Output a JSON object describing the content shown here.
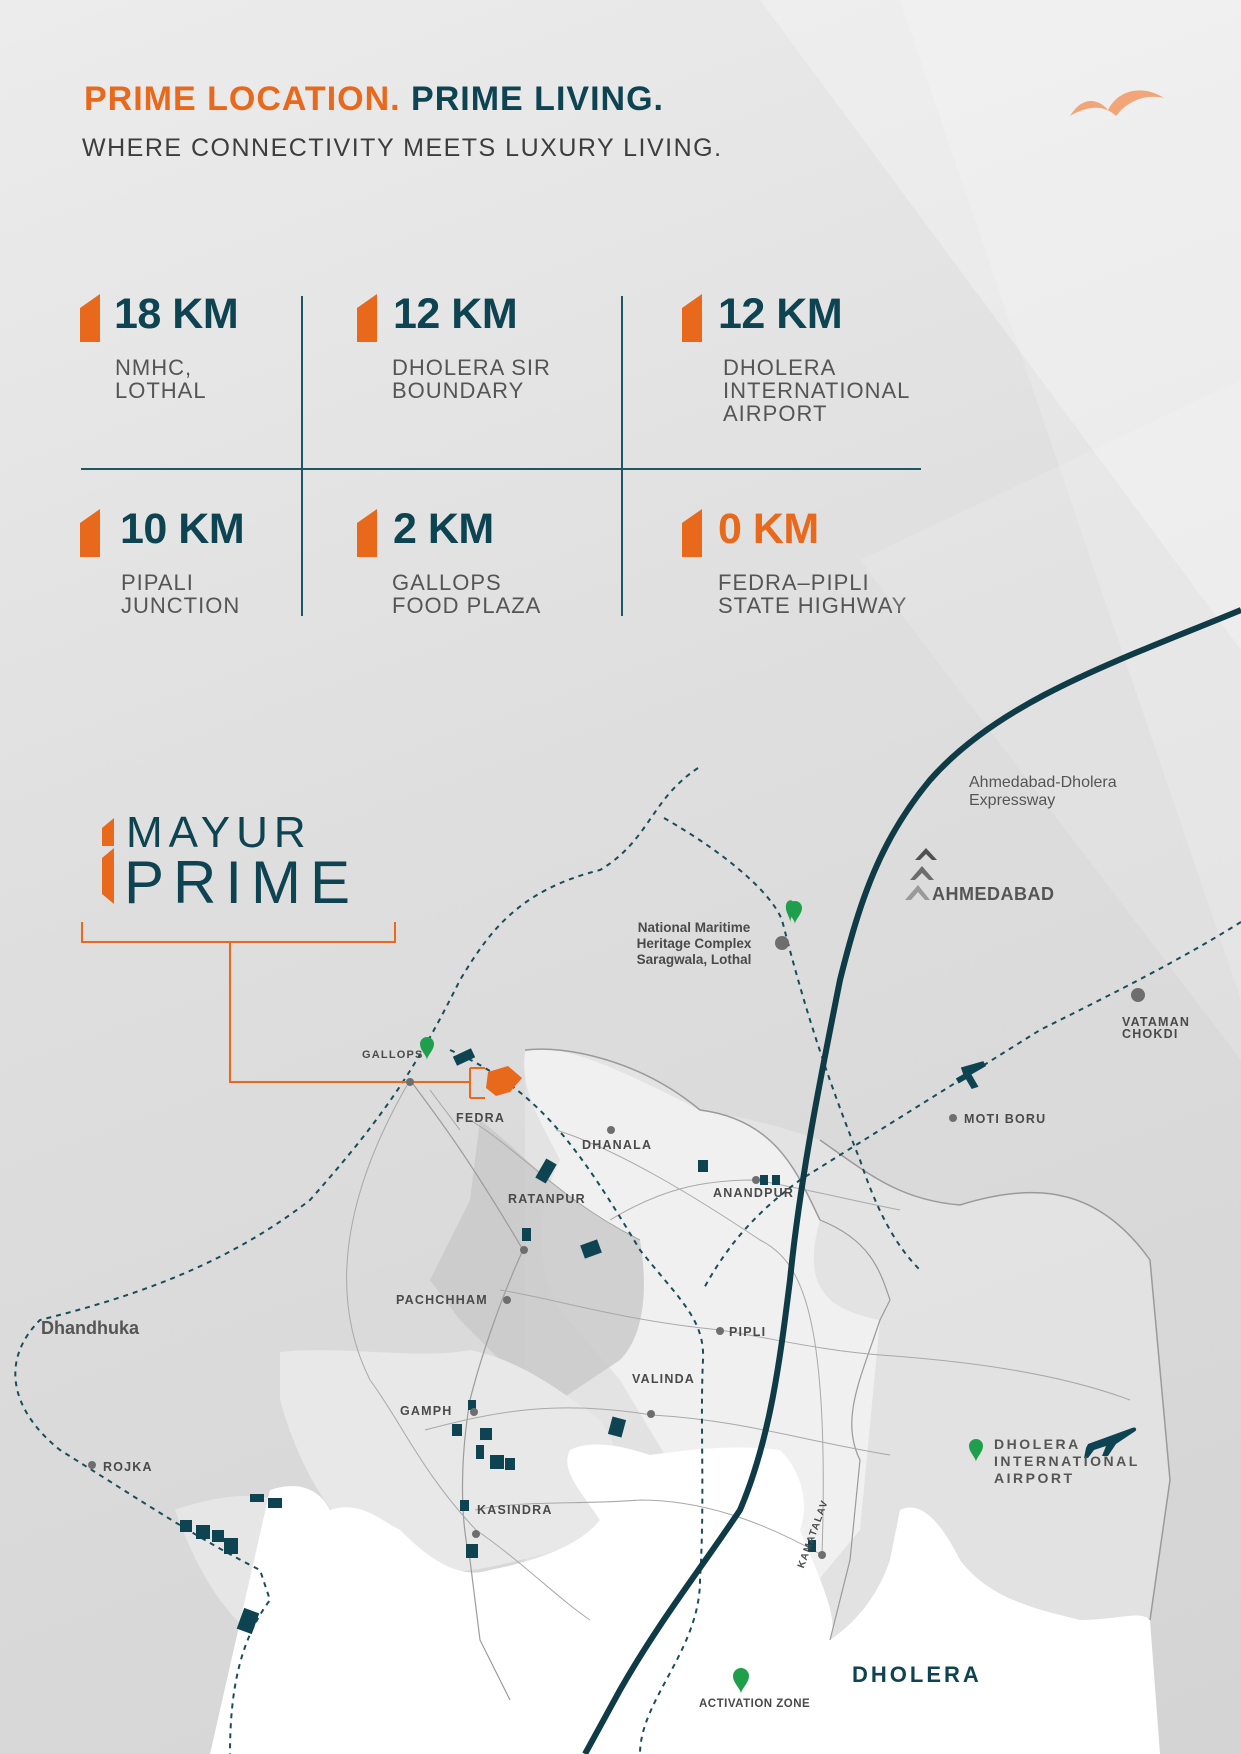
{
  "colors": {
    "orange": "#e8691c",
    "teal": "#0e4452",
    "map_land": "#e9e9e9",
    "map_land_dark": "#c9c9c9"
  },
  "header": {
    "title_part1": "PRIME LOCATION.",
    "title_part2": "PRIME LIVING.",
    "subtitle": "WHERE CONNECTIVITY MEETS LUXURY LIVING.",
    "logo_icon": "bird-logo-icon"
  },
  "stats": [
    {
      "distance": "18 KM",
      "label": "NMHC,\nLOTHAL"
    },
    {
      "distance": "12 KM",
      "label": "DHOLERA SIR\nBOUNDARY"
    },
    {
      "distance": "12 KM",
      "label": "DHOLERA\nINTERNATIONAL\nAIRPORT"
    },
    {
      "distance": "10 KM",
      "label": "PIPALI\nJUNCTION"
    },
    {
      "distance": "2 KM",
      "label": "GALLOPS\nFOOD PLAZA"
    },
    {
      "distance": "0 KM",
      "label": "FEDRA–PIPLI\nSTATE HIGHWAY"
    }
  ],
  "brand": {
    "line1": "MAYUR",
    "line2": "PRIME"
  },
  "map": {
    "expressway": "Ahmedabad-Dholera\nExpressway",
    "ahmedabad": "AHMEDABAD",
    "nmhc": "National Maritime\nHeritage Complex\nSaragwala, Lothal",
    "vataman": "VATAMAN\nCHOKDI",
    "gallops": "GALLOPS",
    "fedra": "FEDRA",
    "dhanala": "DHANALA",
    "ratanpur": "RATANPUR",
    "anandpur": "ANANDPUR",
    "moti_boru": "MOTI BORU",
    "pachchham": "PACHCHHAM",
    "pipli": "PIPLI",
    "dhandhuka": "Dhandhuka",
    "valinda": "VALINDA",
    "gamph": "GAMPH",
    "rojka": "ROJKA",
    "kasindra": "KASINDRA",
    "kamatalav": "KAMATALAV",
    "airport": "DHOLERA\nINTERNATIONAL\nAIRPORT",
    "dholera": "DHOLERA",
    "activation_zone": "ACTIVATION ZONE"
  }
}
